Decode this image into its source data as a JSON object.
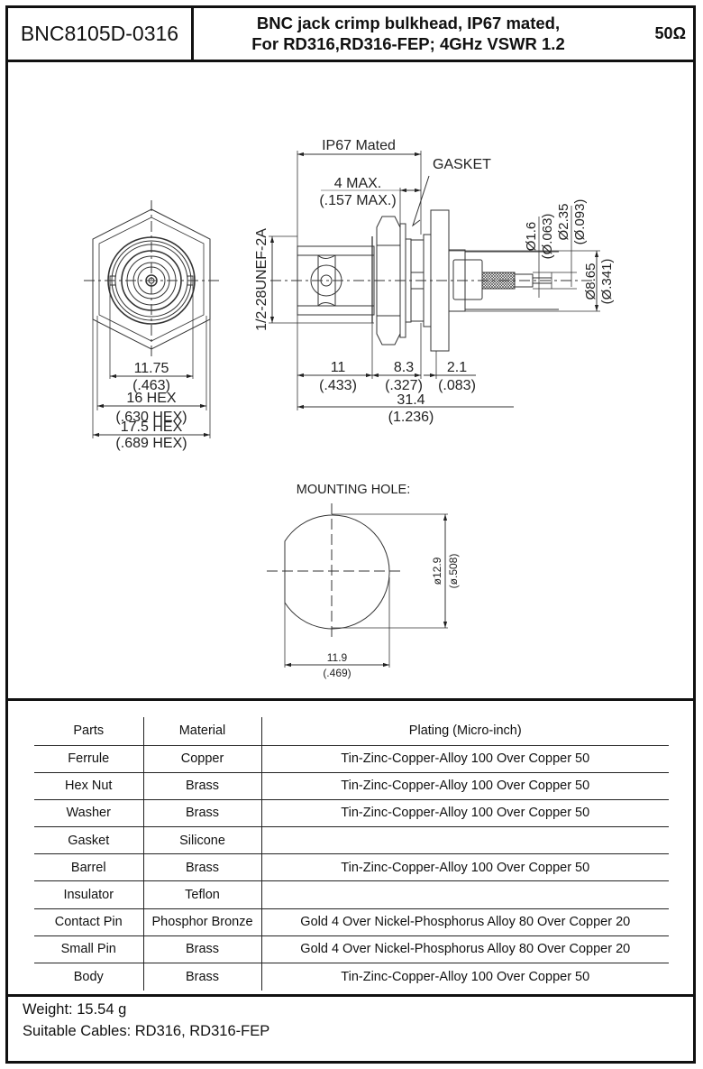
{
  "header": {
    "part_number": "BNC8105D-0316",
    "title_line1": "BNC jack crimp bulkhead, IP67 mated,",
    "title_line2": "For RD316,RD316-FEP; 4GHz VSWR 1.2",
    "impedance": "50Ω"
  },
  "drawing": {
    "front_view": {
      "dim_inner": "11.75",
      "dim_inner_in": "(.463)",
      "dim_hex1": "16 HEX",
      "dim_hex1_in": "(.630 HEX)",
      "dim_hex2": "17.5 HEX",
      "dim_hex2_in": "(.689 HEX)"
    },
    "side_view": {
      "ip67_label": "IP67 Mated",
      "gasket_label": "GASKET",
      "max_thickness": "4 MAX.",
      "max_thickness_in": "(.157 MAX.)",
      "thread": "1/2-28UNEF-2A",
      "pin_dia": "Ø1.6",
      "pin_dia_in": "(Ø.063)",
      "ferrule_dia": "Ø2.35",
      "ferrule_dia_in": "(Ø.093)",
      "body_dia": "Ø8.65",
      "body_dia_in": "(Ø.341)",
      "len_a": "11",
      "len_a_in": "(.433)",
      "len_b": "8.3",
      "len_b_in": "(.327)",
      "len_c": "2.1",
      "len_c_in": "(.083)",
      "len_total": "31.4",
      "len_total_in": "(1.236)"
    },
    "mounting_hole": {
      "label": "MOUNTING HOLE:",
      "dia": "ø12.9",
      "dia_in": "(ø.508)",
      "flat": "11.9",
      "flat_in": "(.469)"
    }
  },
  "materials_table": {
    "headers": [
      "Parts",
      "Material",
      "Plating (Micro-inch)"
    ],
    "rows": [
      [
        "Ferrule",
        "Copper",
        "Tin-Zinc-Copper-Alloy 100 Over Copper 50"
      ],
      [
        "Hex Nut",
        "Brass",
        "Tin-Zinc-Copper-Alloy 100 Over Copper 50"
      ],
      [
        "Washer",
        "Brass",
        "Tin-Zinc-Copper-Alloy 100 Over Copper 50"
      ],
      [
        "Gasket",
        "Silicone",
        ""
      ],
      [
        "Barrel",
        "Brass",
        "Tin-Zinc-Copper-Alloy 100 Over Copper 50"
      ],
      [
        "Insulator",
        "Teflon",
        ""
      ],
      [
        "Contact Pin",
        "Phosphor Bronze",
        "Gold 4 Over Nickel-Phosphorus Alloy 80 Over Copper 20"
      ],
      [
        "Small Pin",
        "Brass",
        "Gold 4 Over Nickel-Phosphorus Alloy 80 Over Copper 20"
      ],
      [
        "Body",
        "Brass",
        "Tin-Zinc-Copper-Alloy 100 Over Copper 50"
      ]
    ]
  },
  "footer": {
    "weight": "Weight: 15.54 g",
    "cables": "Suitable Cables: RD316, RD316-FEP"
  }
}
